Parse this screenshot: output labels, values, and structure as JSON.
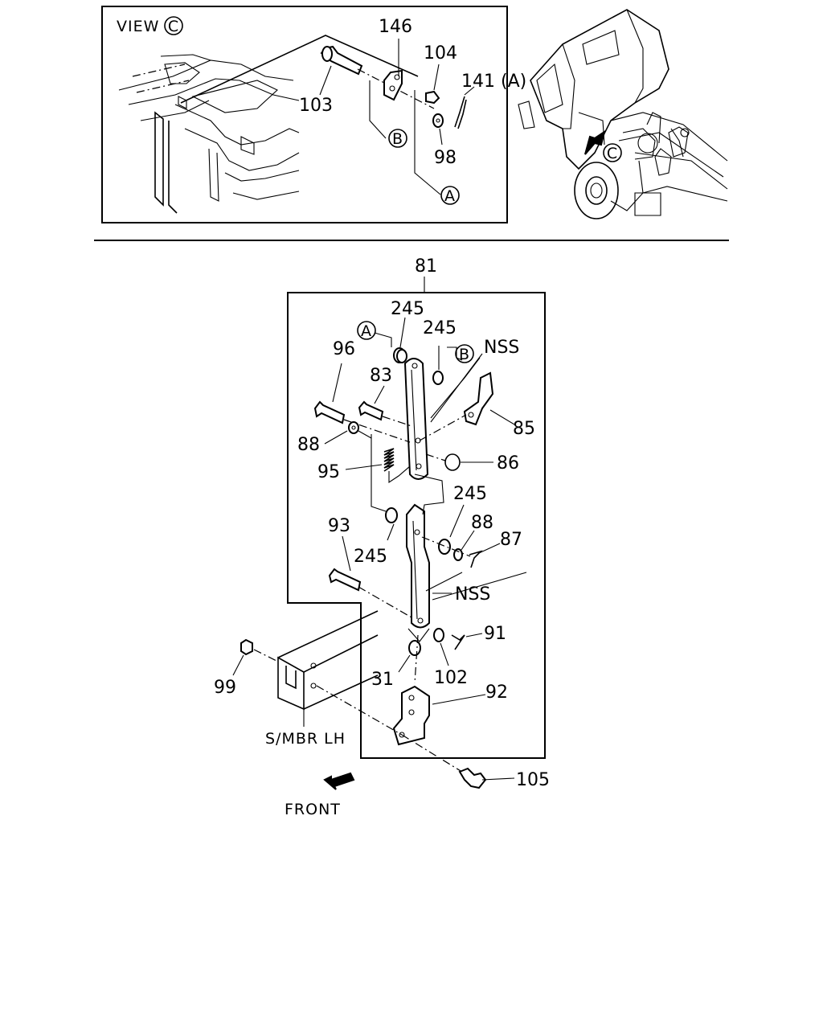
{
  "inset": {
    "view_label": "VIEW",
    "view_letter": "C",
    "callouts": {
      "p146": "146",
      "p104": "104",
      "p141": "141 (A)",
      "p103": "103",
      "p98": "98",
      "refB": "B",
      "refA": "A"
    }
  },
  "truck_view": {
    "view_letter": "C"
  },
  "main": {
    "callouts": {
      "p81": "81",
      "refA": "A",
      "p245a": "245",
      "p245b": "245",
      "refB": "B",
      "nss1": "NSS",
      "p96": "96",
      "p83": "83",
      "p85": "85",
      "p88a": "88",
      "p86": "86",
      "p95": "95",
      "p245c": "245",
      "p88b": "88",
      "p87": "87",
      "p93": "93",
      "p245d": "245",
      "nss2": "NSS",
      "p91": "91",
      "p99": "99",
      "p31": "31",
      "p102": "102",
      "p92": "92",
      "frame_label": "S/MBR  LH",
      "p105": "105",
      "front_label": "FRONT"
    }
  }
}
